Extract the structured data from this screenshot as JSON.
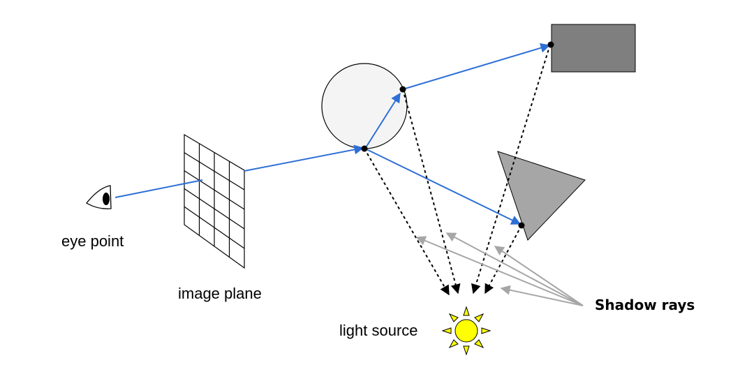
{
  "labels": {
    "eye_point": "eye point",
    "image_plane": "image plane",
    "light_source": "light source",
    "shadow_rays": "Shadow rays"
  },
  "colors": {
    "primary_ray": "#2d6fd6",
    "shadow_ray_dotted": "#000000",
    "shadow_ray_arrow": "#a6a6a6",
    "sphere_fill": "#f4f4f4",
    "rectangle_fill": "#7f7f7f",
    "triangle_fill": "#a6a6a6",
    "sun_fill": "#ffff00"
  },
  "icons": [
    "eye-icon",
    "sun-icon"
  ]
}
